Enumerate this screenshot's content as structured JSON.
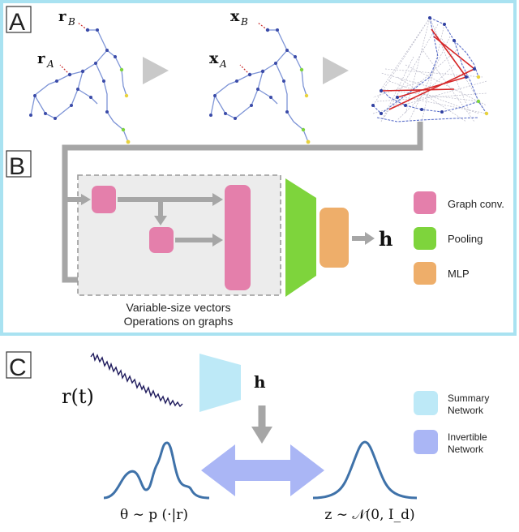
{
  "panels": {
    "a_label": "A",
    "b_label": "B",
    "c_label": "C"
  },
  "panel_a": {
    "r_prefix": "r",
    "r_b_sub": "B",
    "r_a_sub": "A",
    "x_prefix": "x",
    "x_b_sub": "B",
    "x_a_sub": "A"
  },
  "panel_b": {
    "output_symbol": "h",
    "caption_line1": "Variable-size vectors",
    "caption_line2": "Operations on graphs",
    "legend": [
      {
        "label": "Graph conv.",
        "color": "#e47fab"
      },
      {
        "label": "Pooling",
        "color": "#7ed43c"
      },
      {
        "label": "MLP",
        "color": "#eeae6a"
      }
    ]
  },
  "panel_c": {
    "input_symbol": "r(t)",
    "h_symbol": "h",
    "left_formula": "θ ∼ p (·|r)",
    "right_formula": "z ∼ 𝒩(0, I_d)",
    "legend": [
      {
        "label_line1": "Summary",
        "label_line2": "Network",
        "color": "#bde9f7"
      },
      {
        "label_line1": "Invertible",
        "label_line2": "Network",
        "color": "#aab6f5"
      }
    ]
  },
  "colors": {
    "frame": "#a9e2f1",
    "arrow_gray": "#a6a6a6",
    "graph_conv": "#e47fab",
    "pooling": "#7ed43c",
    "mlp": "#eeae6a",
    "summary": "#bde9f7",
    "invertible": "#aab6f5",
    "curve": "#3f72a9",
    "trace": "#1e1a5c",
    "graph_edge": "#7c93d6",
    "graph_edge_red": "#d62728"
  }
}
